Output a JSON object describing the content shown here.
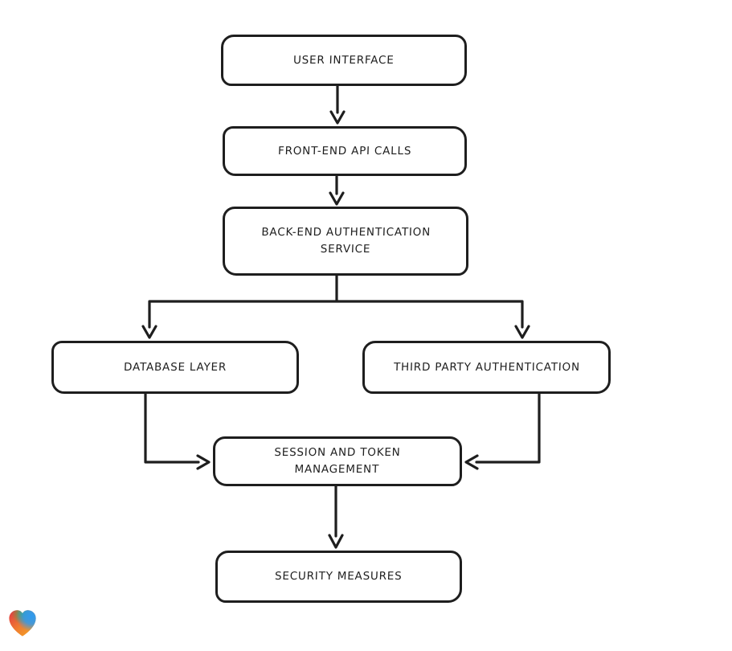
{
  "page": {
    "background": "#ffffff"
  },
  "diagram": {
    "type": "flowchart",
    "style": "hand-drawn",
    "stroke_color": "#1e1e1e",
    "node_fill": "#ffffff",
    "nodes": [
      {
        "id": "user-interface",
        "label": "USER INTERFACE"
      },
      {
        "id": "front-end-api-calls",
        "label": "FRONT-END API CALLS"
      },
      {
        "id": "back-end-authentication-service",
        "label": "BACK-END AUTHENTICATION\nSERVICE"
      },
      {
        "id": "database-layer",
        "label": "DATABASE LAYER"
      },
      {
        "id": "third-party-authentication",
        "label": "THIRD PARTY AUTHENTICATION"
      },
      {
        "id": "session-and-token-management",
        "label": "SESSION AND TOKEN\nMANAGEMENT"
      },
      {
        "id": "security-measures",
        "label": "SECURITY MEASURES"
      }
    ],
    "edges": [
      {
        "from": "user-interface",
        "to": "front-end-api-calls"
      },
      {
        "from": "front-end-api-calls",
        "to": "back-end-authentication-service"
      },
      {
        "from": "back-end-authentication-service",
        "to": "database-layer"
      },
      {
        "from": "back-end-authentication-service",
        "to": "third-party-authentication"
      },
      {
        "from": "database-layer",
        "to": "session-and-token-management"
      },
      {
        "from": "third-party-authentication",
        "to": "session-and-token-management"
      },
      {
        "from": "session-and-token-management",
        "to": "security-measures"
      }
    ]
  },
  "branding": {
    "logo": "gradient-heart-logo",
    "heart_colors": {
      "red": "#e23744",
      "orange": "#f5a623",
      "green": "#3daf4e",
      "blue": "#2d9bf0"
    }
  }
}
